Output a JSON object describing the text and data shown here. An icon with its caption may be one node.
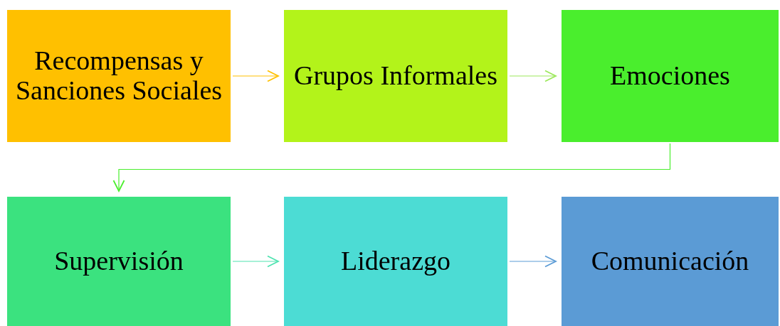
{
  "diagram": {
    "nodes": [
      {
        "text": [
          "Recompensas y Sanciones Sociales"
        ]
      },
      {
        "text": [
          "Grupos Informales"
        ]
      },
      {
        "text": [
          "Emociones"
        ]
      },
      {
        "text": [
          "Supervisión"
        ]
      },
      {
        "text": [
          "Liderazgo"
        ]
      },
      {
        "text": [
          "Comunicación"
        ]
      }
    ],
    "edges": [
      {
        "from": 0,
        "to": 1,
        "arrow": "to",
        "color": "#ffc000"
      },
      {
        "from": 1,
        "to": 2,
        "arrow": "to",
        "color": "#9be85a"
      },
      {
        "from": 2,
        "to": 3,
        "arrow": "to",
        "color": "#4aee2d"
      },
      {
        "from": 3,
        "to": 4,
        "arrow": "to",
        "color": "#4ee3b0"
      },
      {
        "from": 4,
        "to": 5,
        "arrow": "to",
        "color": "#5b9bd5"
      }
    ]
  }
}
